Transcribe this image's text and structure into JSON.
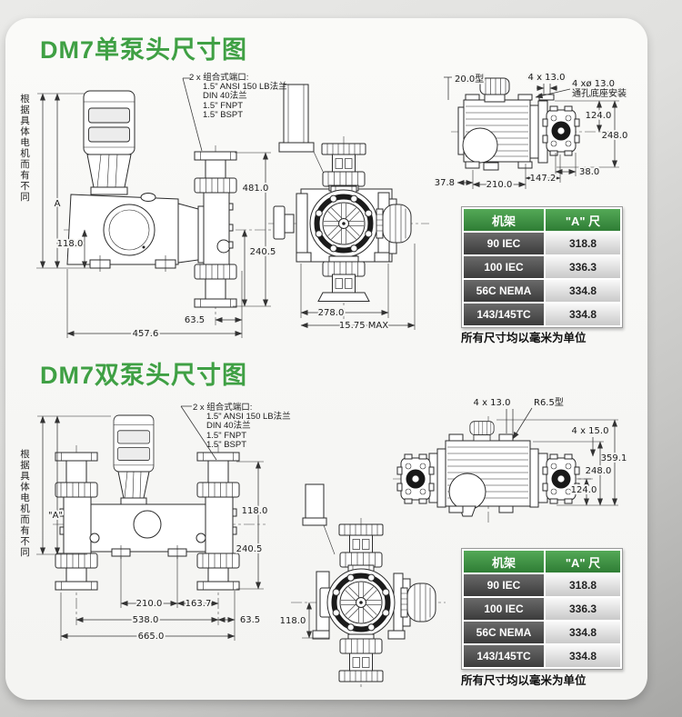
{
  "page": {
    "card_bg": "#f7f7f5",
    "accent_green": "#3fa044",
    "table_header_green": "#3f9447"
  },
  "sections": [
    {
      "id": "single",
      "title": "DM7单泵头尺寸图",
      "port_note": {
        "lines": [
          "2 x 组合式端口:",
          "1.5\" ANSI 150 LB法兰",
          "DIN 40法兰",
          "1.5\" FNPT",
          "1.5\" BSPT"
        ]
      },
      "motor_note": "根据具体电机而有不同",
      "dims": {
        "a": "A",
        "h118": "118.0",
        "h481": "481.0",
        "h240": "240.5",
        "w63": "63.5",
        "w457": "457.6",
        "w278": "278.0",
        "wmax": "15.75 MAX",
        "top": {
          "knob": "20.0型",
          "slot": "4 x 13.0",
          "holes": "4 xø 13.0",
          "holes_note": "通孔底座安装",
          "half": "124.0",
          "full": "248.0",
          "flange": "38.0",
          "bracket": "147.2",
          "body": "210.0",
          "front": "37.8"
        }
      },
      "table": {
        "headers": [
          "机架",
          "\"A\" 尺"
        ],
        "rows": [
          [
            "90 IEC",
            "318.8"
          ],
          [
            "100 IEC",
            "336.3"
          ],
          [
            "56C NEMA",
            "334.8"
          ],
          [
            "143/145TC",
            "334.8"
          ]
        ],
        "footnote": "所有尺寸均以毫米为单位"
      }
    },
    {
      "id": "double",
      "title": "DM7双泵头尺寸图",
      "port_note": {
        "lines": [
          "2 x 组合式端口:",
          "1.5\" ANSI 150 LB法兰",
          "DIN 40法兰",
          "1.5\" FNPT",
          "1.5\" BSPT"
        ]
      },
      "motor_note": "根据具体电机而有不同",
      "dims": {
        "a": "\"A\"",
        "h118": "118.0",
        "h240": "240.5",
        "w210": "210.0",
        "w163": "163.7",
        "w538": "538.0",
        "w63": "63.5",
        "w665": "665.0",
        "front_h": "118.0",
        "top": {
          "slot": "4 x 13.0",
          "radius": "R6.5型",
          "holes": "4 x 15.0",
          "full": "359.1",
          "body": "248.0",
          "half": "124.0"
        }
      },
      "table": {
        "headers": [
          "机架",
          "\"A\" 尺"
        ],
        "rows": [
          [
            "90 IEC",
            "318.8"
          ],
          [
            "100 IEC",
            "336.3"
          ],
          [
            "56C NEMA",
            "334.8"
          ],
          [
            "143/145TC",
            "334.8"
          ]
        ],
        "footnote": "所有尺寸均以毫米为单位"
      }
    }
  ]
}
